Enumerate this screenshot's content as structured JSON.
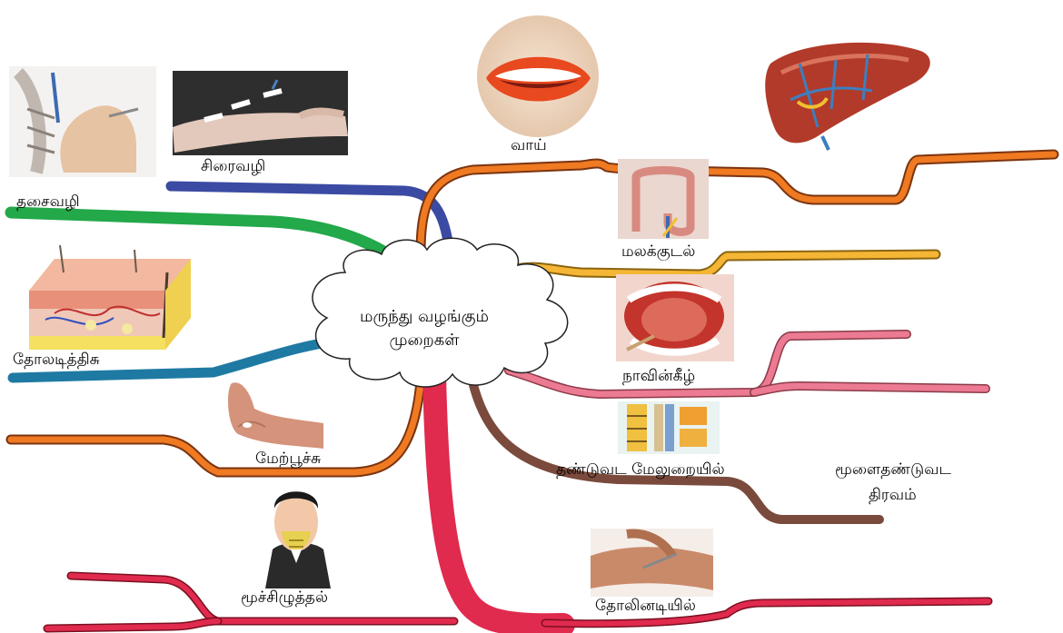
{
  "center": {
    "line1": "மருந்து வழங்கும்",
    "line2": "முறைகள்"
  },
  "branches": {
    "oral": "வாய்",
    "rectal": "மலக்குடல்",
    "sublingual": "நாவின்கீழ்",
    "epidural": "தண்டுவட மேலுறையில்",
    "csf_line1": "மூளைதண்டுவட",
    "csf_line2": "திரவம்",
    "subcutaneous": "தோலினடியில்",
    "inhalation": "மூச்சிழுத்தல்",
    "topical": "மேற்பூச்சு",
    "transdermal": "தோலடித்திசு",
    "intramuscular": "தசைவழி",
    "intravenous": "சிரைவழி"
  },
  "colors": {
    "orange": "#ef7a22",
    "navy": "#3b4aa3",
    "green": "#23a84a",
    "teal": "#1f7aa3",
    "yellow": "#f5b636",
    "pink": "#eb7a92",
    "brown": "#7a4a3c",
    "crimson": "#e02a4e",
    "red_orange": "#e06a2a"
  },
  "icons": [
    "mouth-icon",
    "liver-icon",
    "colon-icon",
    "tongue-icon",
    "spine-icon",
    "injection-arm-icon",
    "gas-mask-person-icon",
    "hand-cream-icon",
    "skin-layers-icon",
    "muscle-injection-icon",
    "iv-arm-icon"
  ]
}
